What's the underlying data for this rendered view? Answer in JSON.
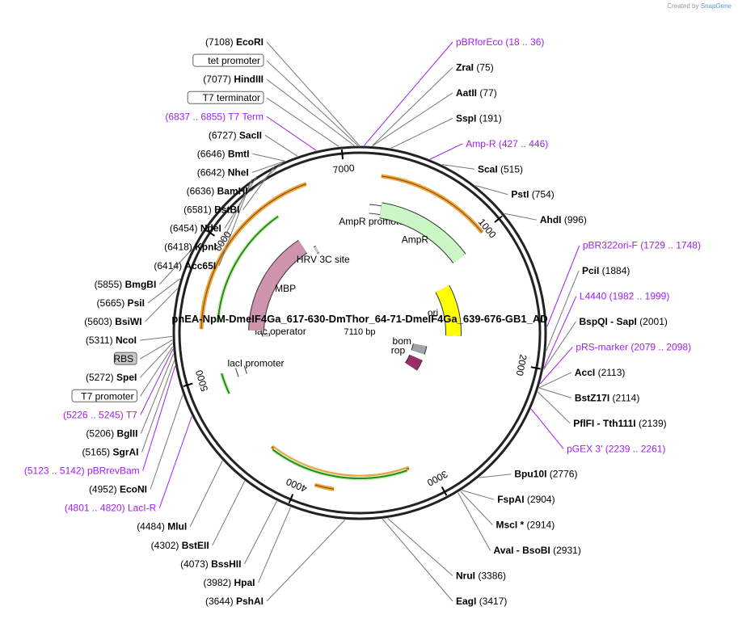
{
  "plasmid": {
    "name": "pnEA-NpM-DmeIF4Ga_617-630-DmThor_64-71-DmeIF4Ga_639-676-GB1_AD",
    "length": 7110,
    "length_label": "7110 bp"
  },
  "credit": {
    "prefix": "Created by",
    "brand": "SnapGene"
  },
  "colors": {
    "backbone": "#222222",
    "leader": "#777777",
    "primer": "#a020f0",
    "amp": "#cbf7c7",
    "ori": "#ffff00",
    "mbp": "#cf94ad",
    "rop": "#9b2e62",
    "box": "#a0a4a8",
    "orf": "#f0a23b",
    "orf_inner": "#2c8a12",
    "laci": "#c9f0c1"
  },
  "ticks": [
    "1000",
    "2000",
    "3000",
    "4000",
    "5000",
    "6000",
    "7000"
  ],
  "features": [
    {
      "name": "AmpR promoter",
      "label": "AmpR promoter",
      "start": 87,
      "end": 191,
      "kind": "promoter"
    },
    {
      "name": "AmpR",
      "label": "AmpR",
      "start": 192,
      "end": 1052,
      "kind": "amp"
    },
    {
      "name": "ori",
      "label": "ori",
      "start": 1223,
      "end": 1811,
      "kind": "ori"
    },
    {
      "name": "bom",
      "label": "bom",
      "start": 2000,
      "end": 2140,
      "kind": "box"
    },
    {
      "name": "rop",
      "label": "rop",
      "start": 2244,
      "end": 2435,
      "kind": "rop"
    },
    {
      "name": "lacI promoter",
      "label": "lacI promoter",
      "start": 4940,
      "end": 5020,
      "kind": "promoter"
    },
    {
      "name": "lac operator",
      "label": "lac operator",
      "start": 5290,
      "end": 5330,
      "kind": "small"
    },
    {
      "name": "MBP",
      "label": "MBP",
      "start": 5360,
      "end": 6450,
      "kind": "mbp"
    },
    {
      "name": "HRV 3C site",
      "label": "HRV 3C site",
      "start": 6555,
      "end": 6580,
      "kind": "small"
    }
  ],
  "orfs": [
    {
      "name": "orf-amp-outer",
      "start": 155,
      "end": 1000
    },
    {
      "name": "orf-lacI",
      "start": 3160,
      "end": 4300
    },
    {
      "name": "orf-mbp-outer",
      "start": 5360,
      "end": 6720
    },
    {
      "name": "orf-small",
      "start": 3740,
      "end": 3880
    }
  ],
  "sites": [
    {
      "label": "EcoRI",
      "pos": "(7108)",
      "side": "L",
      "bp": 7108,
      "kind": "enzyme"
    },
    {
      "label": "tet promoter",
      "pos": "",
      "side": "L",
      "bp": 7098,
      "kind": "boxed"
    },
    {
      "label": "HindIII",
      "pos": "(7077)",
      "side": "L",
      "bp": 7077,
      "kind": "enzyme"
    },
    {
      "label": "T7 terminator",
      "pos": "",
      "side": "L",
      "bp": 6985,
      "kind": "boxed"
    },
    {
      "label": "T7 Term",
      "pos": "(6837 .. 6855)",
      "side": "L",
      "bp": 6846,
      "kind": "primer"
    },
    {
      "label": "SacII",
      "pos": "(6727)",
      "side": "L",
      "bp": 6727,
      "kind": "enzyme"
    },
    {
      "label": "BmtI",
      "pos": "(6646)",
      "side": "L",
      "bp": 6646,
      "kind": "enzyme"
    },
    {
      "label": "NheI",
      "pos": "(6642)",
      "side": "L",
      "bp": 6642,
      "kind": "enzyme"
    },
    {
      "label": "BamHI",
      "pos": "(6636)",
      "side": "L",
      "bp": 6636,
      "kind": "enzyme"
    },
    {
      "label": "BstBI",
      "pos": "(6581)",
      "side": "L",
      "bp": 6581,
      "kind": "enzyme"
    },
    {
      "label": "NdeI",
      "pos": "(6454)",
      "side": "L",
      "bp": 6454,
      "kind": "enzyme"
    },
    {
      "label": "KpnI",
      "pos": "(6418)",
      "side": "L",
      "bp": 6418,
      "kind": "enzyme"
    },
    {
      "label": "Acc65I",
      "pos": "(6414)",
      "side": "L",
      "bp": 6414,
      "kind": "enzyme"
    },
    {
      "label": "BmgBI",
      "pos": "(5855)",
      "side": "L",
      "bp": 5855,
      "kind": "enzyme"
    },
    {
      "label": "PsiI",
      "pos": "(5665)",
      "side": "L",
      "bp": 5665,
      "kind": "enzyme"
    },
    {
      "label": "BsiWI",
      "pos": "(5603)",
      "side": "L",
      "bp": 5603,
      "kind": "enzyme"
    },
    {
      "label": "NcoI",
      "pos": "(5311)",
      "side": "L",
      "bp": 5311,
      "kind": "enzyme"
    },
    {
      "label": "RBS",
      "pos": "",
      "side": "L",
      "bp": 5290,
      "kind": "grey"
    },
    {
      "label": "SpeI",
      "pos": "(5272)",
      "side": "L",
      "bp": 5272,
      "kind": "enzyme"
    },
    {
      "label": "T7 promoter",
      "pos": "",
      "side": "L",
      "bp": 5250,
      "kind": "boxed"
    },
    {
      "label": "T7",
      "pos": "(5226 .. 5245)",
      "side": "L",
      "bp": 5235,
      "kind": "primer"
    },
    {
      "label": "BglII",
      "pos": "(5206)",
      "side": "L",
      "bp": 5206,
      "kind": "enzyme"
    },
    {
      "label": "SgrAI",
      "pos": "(5165)",
      "side": "L",
      "bp": 5165,
      "kind": "enzyme"
    },
    {
      "label": "pBRrevBam",
      "pos": "(5123 .. 5142)",
      "side": "L",
      "bp": 5132,
      "kind": "primer"
    },
    {
      "label": "EcoNI",
      "pos": "(4952)",
      "side": "L",
      "bp": 4952,
      "kind": "enzyme"
    },
    {
      "label": "LacI-R",
      "pos": "(4801 .. 4820)",
      "side": "L",
      "bp": 4810,
      "kind": "primer"
    },
    {
      "label": "MluI",
      "pos": "(4484)",
      "side": "L",
      "bp": 4484,
      "kind": "enzyme"
    },
    {
      "label": "BstEII",
      "pos": "(4302)",
      "side": "L",
      "bp": 4302,
      "kind": "enzyme"
    },
    {
      "label": "BssHII",
      "pos": "(4073)",
      "side": "L",
      "bp": 4073,
      "kind": "enzyme"
    },
    {
      "label": "HpaI",
      "pos": "(3982)",
      "side": "L",
      "bp": 3982,
      "kind": "enzyme"
    },
    {
      "label": "PshAI",
      "pos": "(3644)",
      "side": "L",
      "bp": 3644,
      "kind": "enzyme"
    },
    {
      "label": "pBRforEco",
      "pos": "(18 .. 36)",
      "side": "R",
      "bp": 27,
      "kind": "primer"
    },
    {
      "label": "ZraI",
      "pos": "(75)",
      "side": "R",
      "bp": 75,
      "kind": "enzyme"
    },
    {
      "label": "AatII",
      "pos": "(77)",
      "side": "R",
      "bp": 77,
      "kind": "enzyme"
    },
    {
      "label": "SspI",
      "pos": "(191)",
      "side": "R",
      "bp": 191,
      "kind": "enzyme"
    },
    {
      "label": "Amp-R",
      "pos": "(427 .. 446)",
      "side": "R",
      "bp": 436,
      "kind": "primer"
    },
    {
      "label": "ScaI",
      "pos": "(515)",
      "side": "R",
      "bp": 515,
      "kind": "enzyme"
    },
    {
      "label": "PstI",
      "pos": "(754)",
      "side": "R",
      "bp": 754,
      "kind": "enzyme"
    },
    {
      "label": "AhdI",
      "pos": "(996)",
      "side": "R",
      "bp": 996,
      "kind": "enzyme"
    },
    {
      "label": "pBR322ori-F",
      "pos": "(1729 .. 1748)",
      "side": "R",
      "bp": 1738,
      "kind": "primer"
    },
    {
      "label": "PciI",
      "pos": "(1884)",
      "side": "R",
      "bp": 1884,
      "kind": "enzyme"
    },
    {
      "label": "L4440",
      "pos": "(1982 .. 1999)",
      "side": "R",
      "bp": 1990,
      "kind": "primer"
    },
    {
      "label": "BspQI - SapI",
      "pos": "(2001)",
      "side": "R",
      "bp": 2001,
      "kind": "enzyme"
    },
    {
      "label": "pRS-marker",
      "pos": "(2079 .. 2098)",
      "side": "R",
      "bp": 2088,
      "kind": "primer"
    },
    {
      "label": "AccI",
      "pos": "(2113)",
      "side": "R",
      "bp": 2113,
      "kind": "enzyme"
    },
    {
      "label": "BstZ17I",
      "pos": "(2114)",
      "side": "R",
      "bp": 2114,
      "kind": "enzyme"
    },
    {
      "label": "PflFI - Tth111I",
      "pos": "(2139)",
      "side": "R",
      "bp": 2139,
      "kind": "enzyme"
    },
    {
      "label": "pGEX 3'",
      "pos": "(2239 .. 2261)",
      "side": "R",
      "bp": 2250,
      "kind": "primer"
    },
    {
      "label": "Bpu10I",
      "pos": "(2776)",
      "side": "R",
      "bp": 2776,
      "kind": "enzyme"
    },
    {
      "label": "FspAI",
      "pos": "(2904)",
      "side": "R",
      "bp": 2904,
      "kind": "enzyme"
    },
    {
      "label": "MscI *",
      "pos": "(2914)",
      "side": "R",
      "bp": 2914,
      "kind": "enzyme"
    },
    {
      "label": "AvaI - BsoBI",
      "pos": "(2931)",
      "side": "R",
      "bp": 2931,
      "kind": "enzyme"
    },
    {
      "label": "NruI",
      "pos": "(3386)",
      "side": "R",
      "bp": 3386,
      "kind": "enzyme"
    },
    {
      "label": "EagI",
      "pos": "(3417)",
      "side": "R",
      "bp": 3417,
      "kind": "enzyme"
    }
  ]
}
